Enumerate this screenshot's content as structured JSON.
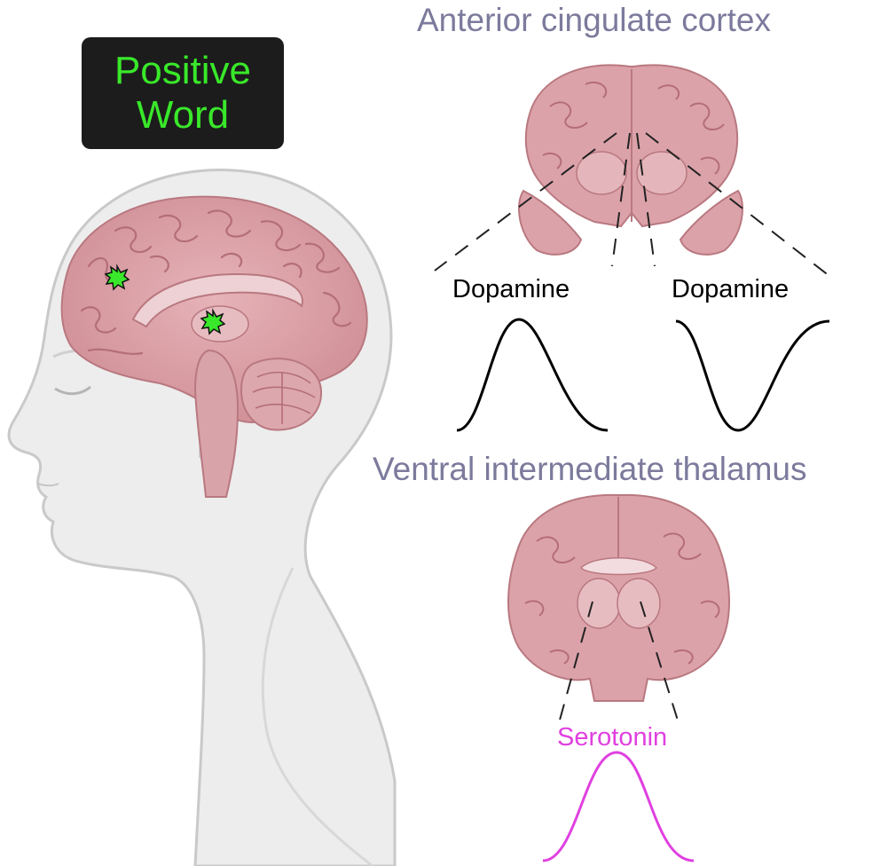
{
  "stimulus": {
    "line1": "Positive",
    "line2": "Word",
    "color": "#39e82a",
    "box_color": "#1c1c1c"
  },
  "regions": {
    "top_title": "Anterior cingulate cortex",
    "bottom_title": "Ventral intermediate thalamus",
    "title_color": "#7c7a9c"
  },
  "signals": {
    "left_label": "Dopamine",
    "right_label": "Dopamine",
    "bottom_label": "Serotonin",
    "bottom_color": "#e040e0",
    "left_shape": "peak",
    "right_shape": "dip",
    "bottom_shape": "peak"
  },
  "icons": [
    "head-profile",
    "sagittal-brain",
    "coronal-brain-section",
    "starburst-marker"
  ],
  "colors": {
    "brain": "#d9a0a6",
    "brain_dark": "#b8747c",
    "skin": "#ececec",
    "outline": "#c8c8c8"
  }
}
